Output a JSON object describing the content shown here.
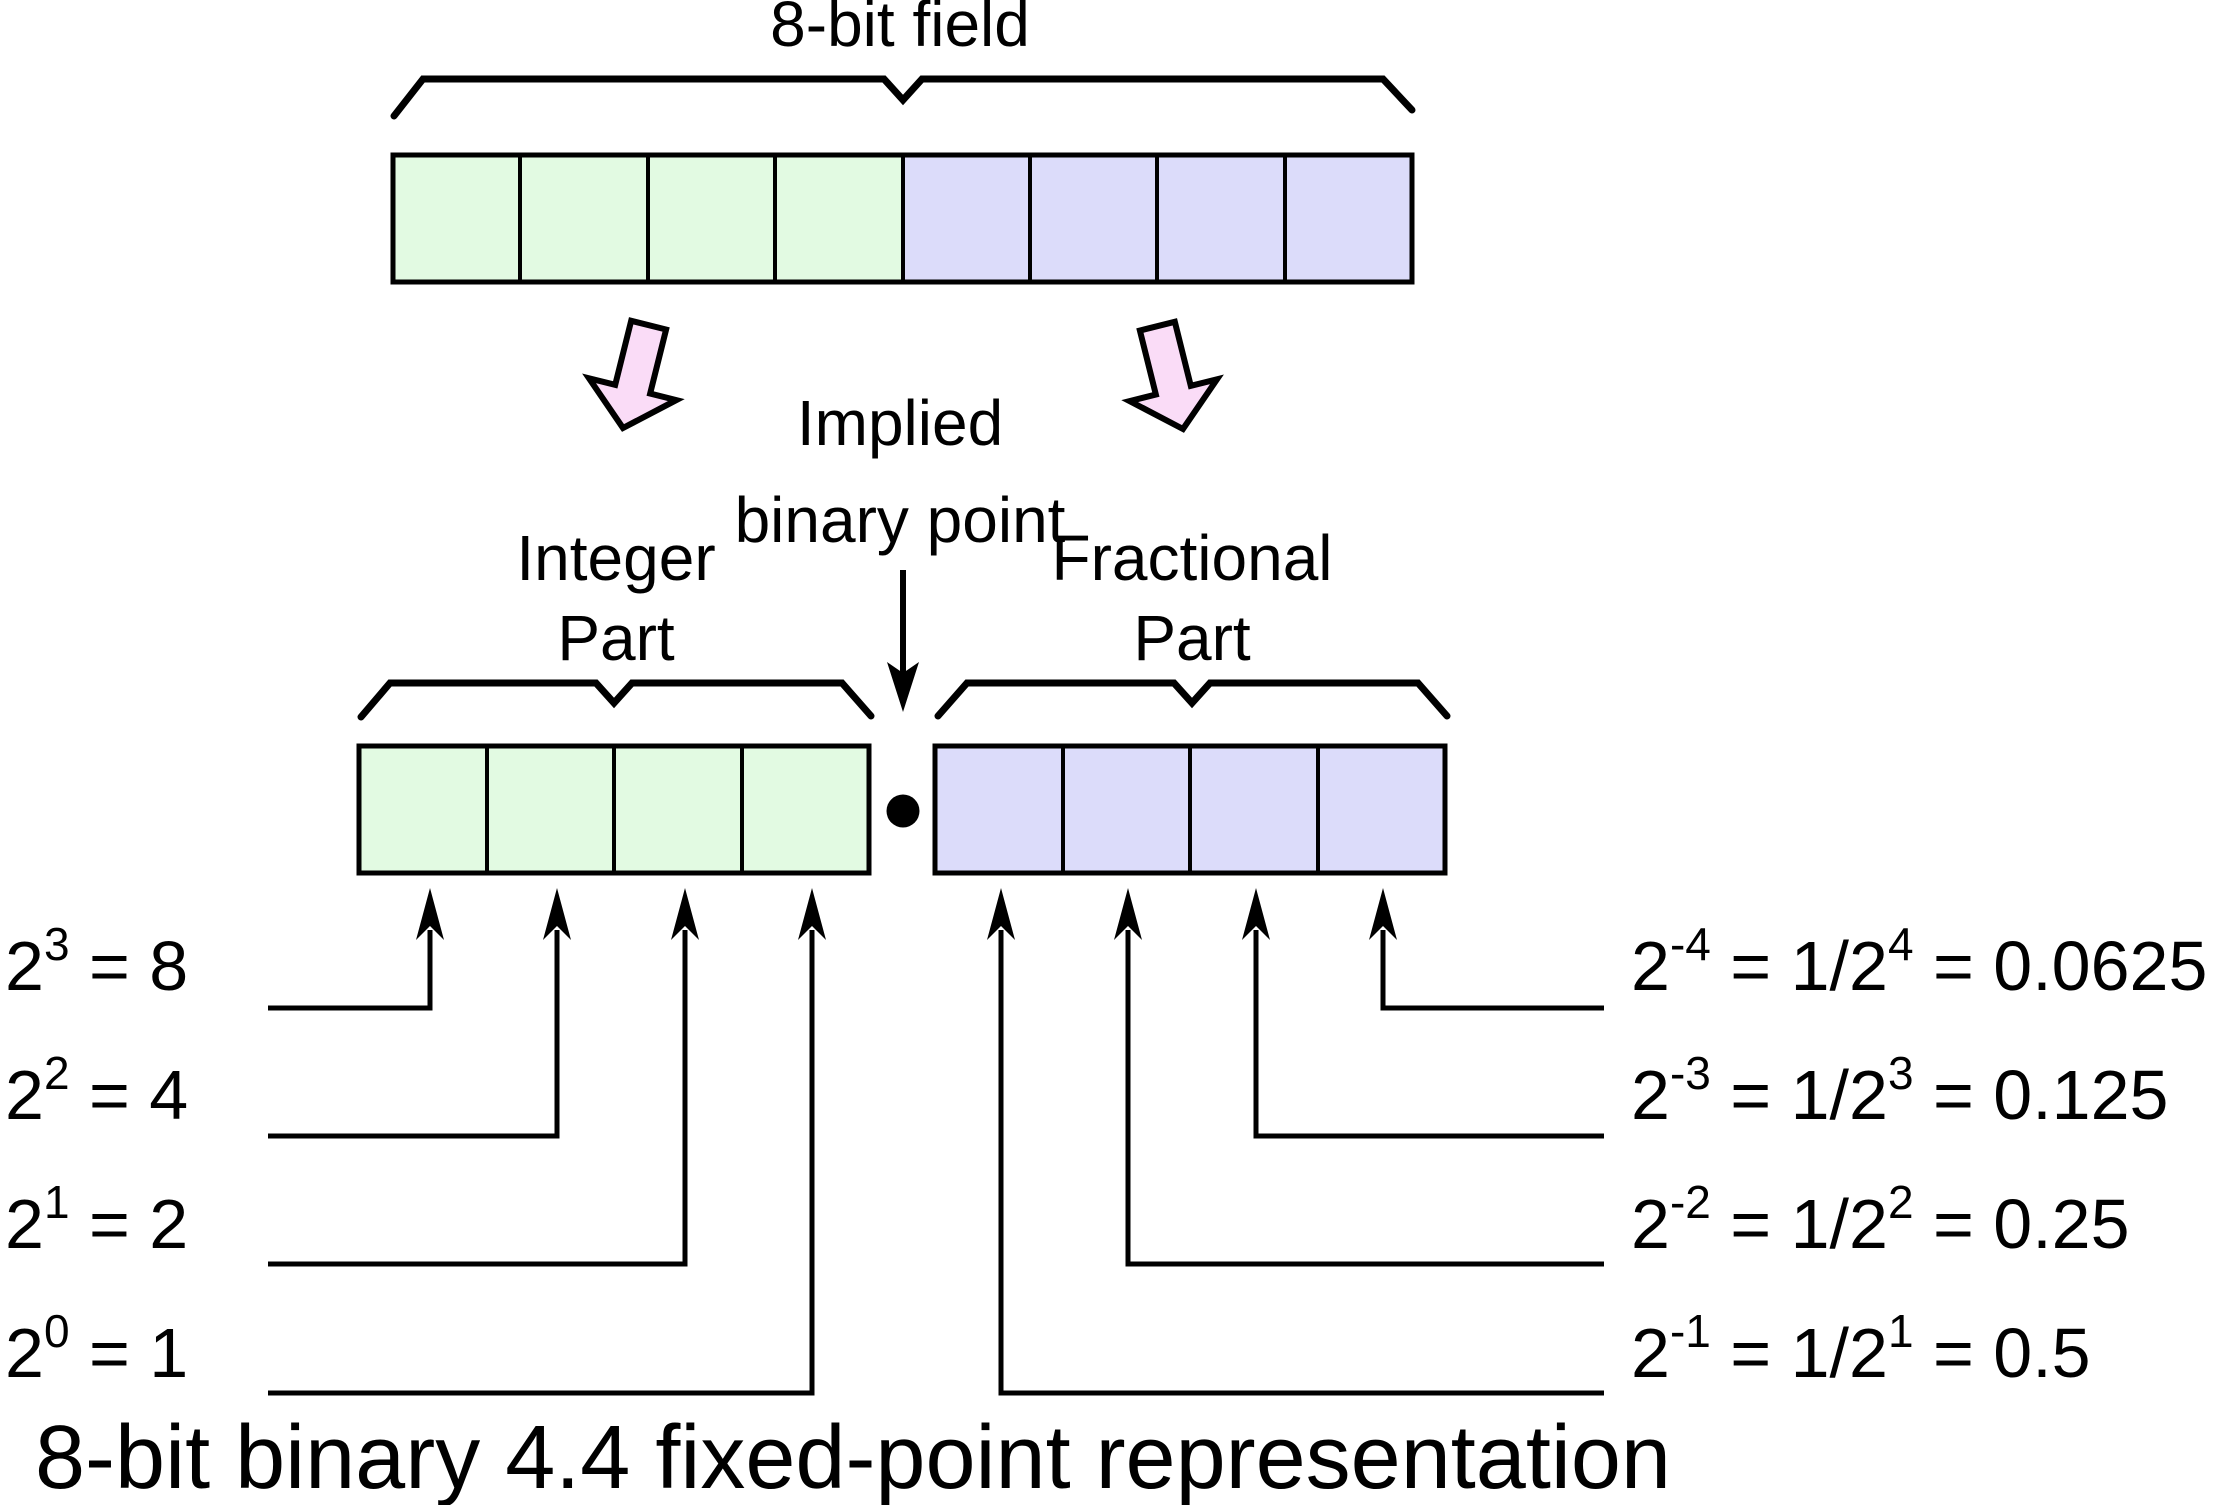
{
  "colors": {
    "background": "#ffffff",
    "integer_cell": "#e2fae2",
    "fraction_cell": "#dcdcfa",
    "arrow_pink": "#fadcf7",
    "line": "#000000"
  },
  "structure": {
    "total_bits": 8,
    "integer_bits": 4,
    "fraction_bits": 4
  },
  "labels": {
    "field": "8-bit field",
    "implied_point": [
      "Implied",
      "binary point"
    ],
    "integer_part": [
      "Integer",
      "Part"
    ],
    "fractional_part": [
      "Fractional",
      "Part"
    ],
    "caption": "8-bit binary 4.4 fixed-point representation"
  },
  "integer_bit_weights": [
    {
      "base": "2",
      "exponent": "3",
      "value": " = 8"
    },
    {
      "base": "2",
      "exponent": "2",
      "value": " = 4"
    },
    {
      "base": "2",
      "exponent": "1",
      "value": " = 2"
    },
    {
      "base": "2",
      "exponent": "0",
      "value": " = 1"
    }
  ],
  "fractional_bit_weights": [
    {
      "base": "2",
      "exponent": "-4",
      "fraction": " = 1/2",
      "fraction_exponent": "4",
      "value": " = 0.0625"
    },
    {
      "base": "2",
      "exponent": "-3",
      "fraction": " = 1/2",
      "fraction_exponent": "3",
      "value": " = 0.125"
    },
    {
      "base": "2",
      "exponent": "-2",
      "fraction": " = 1/2",
      "fraction_exponent": "2",
      "value": " = 0.25"
    },
    {
      "base": "2",
      "exponent": "-1",
      "fraction": " = 1/2",
      "fraction_exponent": "1",
      "value": " = 0.5"
    }
  ],
  "icons": {
    "implied_point_arrow": "down-arrow-icon",
    "bit_weight_pointer": "up-arrow-icon",
    "binary_point": "dot-icon"
  }
}
